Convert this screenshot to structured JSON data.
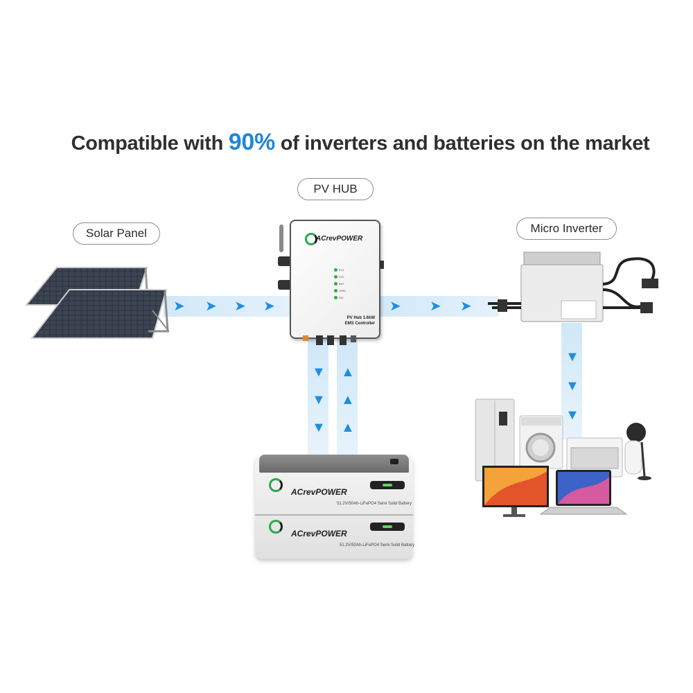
{
  "headline": {
    "pre": "Compatible with ",
    "highlight": "90%",
    "post": " of inverters and batteries on the market"
  },
  "labels": {
    "pv_hub": "PV HUB",
    "solar_panel": "Solar Panel",
    "micro_inverter": "Micro Inverter"
  },
  "hub": {
    "brand": "ACrevPOWER",
    "model_line1": "PV Hub 1.6kW",
    "model_line2": "EMS Controller",
    "indicators": [
      "PV1",
      "PV2",
      "BAT",
      "GRID",
      "INV"
    ]
  },
  "battery": {
    "brand": "ACrevPOWER",
    "spec_top": "51.2V/50Ah-LiFePO4 Semi Solid Battery",
    "spec_bottom": "51.2V/50Ah-LiFePO4 Semi Solid Battery"
  },
  "colors": {
    "accent": "#1f86d8",
    "flow_band": "#d6ebf9",
    "arrow": "#1f8ee0",
    "text": "#2f2f2f"
  }
}
